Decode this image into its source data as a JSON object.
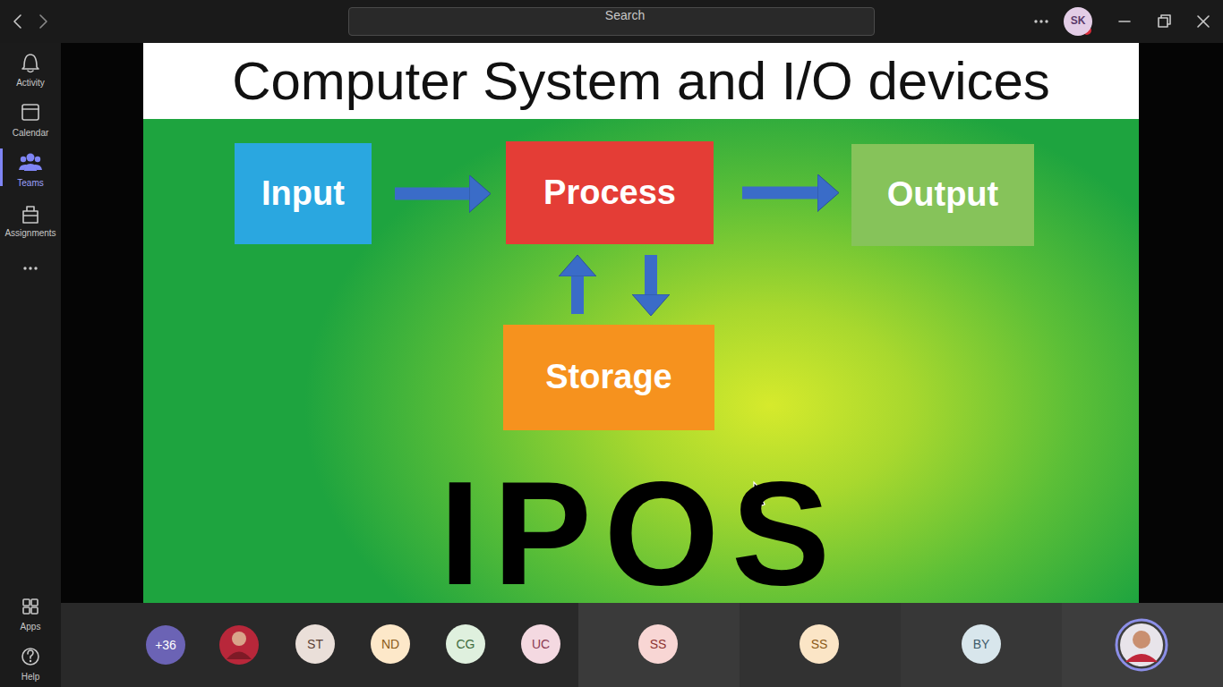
{
  "diagram": {
    "title": "Computer System and I/O devices",
    "nodes": [
      {
        "text": [
          "Search"
        ]
      },
      {
        "text": [
          "SK"
        ]
      },
      {
        "text": [
          "Input"
        ]
      },
      {
        "text": [
          "Process"
        ]
      },
      {
        "text": [
          "Output"
        ]
      },
      {
        "text": [
          "Storage"
        ]
      },
      {
        "text": [
          "+36"
        ]
      },
      {
        "text": [
          "ST"
        ]
      },
      {
        "text": [
          "ND"
        ]
      },
      {
        "text": [
          "CG"
        ]
      },
      {
        "text": [
          "UC"
        ]
      },
      {
        "text": [
          "SS"
        ]
      },
      {
        "text": [
          "SS"
        ]
      },
      {
        "text": [
          "BY"
        ]
      }
    ],
    "edges": [
      {
        "from": 2,
        "to": 3,
        "arrow": "to"
      },
      {
        "from": 3,
        "to": 4,
        "arrow": "to"
      },
      {
        "from": 5,
        "to": 3,
        "arrow": "to"
      },
      {
        "from": 3,
        "to": 5,
        "arrow": "to"
      }
    ],
    "labels": [
      "Activity",
      "Calendar",
      "Teams",
      "Assignments",
      "Apps",
      "Help",
      "IPOS"
    ]
  }
}
